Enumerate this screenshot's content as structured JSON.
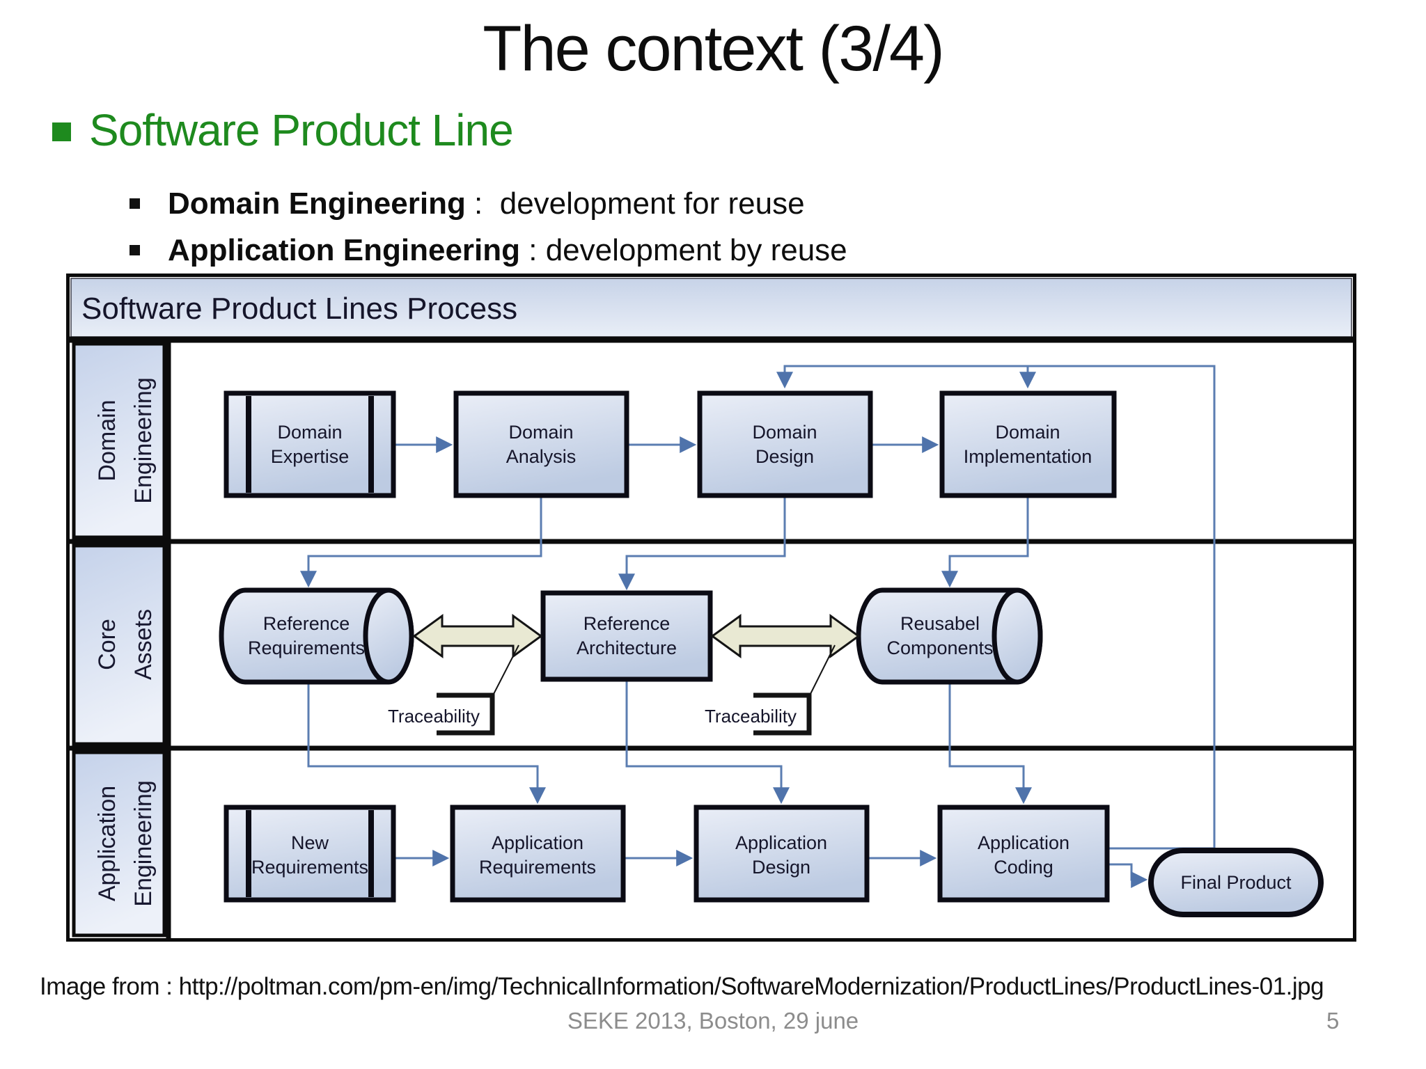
{
  "slide": {
    "title": "The context (3/4)",
    "bullet": "Software Product Line",
    "sub_bullets": [
      {
        "term": "Domain Engineering",
        "rest": " :  development for reuse"
      },
      {
        "term": "Application Engineering",
        "rest": " : development by reuse"
      }
    ],
    "caption": "Image from : http://poltman.com/pm-en/img/TechnicalInformation/SoftwareModernization/ProductLines/ProductLines-01.jpg",
    "footer": {
      "center": "SEKE 2013, Boston, 29 june",
      "page": "5"
    }
  },
  "diagram": {
    "header": "Software Product Lines Process",
    "lanes": [
      {
        "line1": "Domain",
        "line2": "Engineering"
      },
      {
        "line1": "Core",
        "line2": "Assets"
      },
      {
        "line1": "Application",
        "line2": "Engineering"
      }
    ],
    "domain_expertise": {
      "line1": "Domain",
      "line2": "Expertise"
    },
    "domain_analysis": {
      "line1": "Domain",
      "line2": "Analysis"
    },
    "domain_design": {
      "line1": "Domain",
      "line2": "Design"
    },
    "domain_implementation": {
      "line1": "Domain",
      "line2": "Implementation"
    },
    "reference_requirements": {
      "line1": "Reference",
      "line2": "Requirements"
    },
    "reference_architecture": {
      "line1": "Reference",
      "line2": "Architecture"
    },
    "reusable_components": {
      "line1": "Reusabel",
      "line2": "Components"
    },
    "new_requirements": {
      "line1": "New",
      "line2": "Requirements"
    },
    "application_requirements": {
      "line1": "Application",
      "line2": "Requirements"
    },
    "application_design": {
      "line1": "Application",
      "line2": "Design"
    },
    "application_coding": {
      "line1": "Application",
      "line2": "Coding"
    },
    "final_product": "Final Product",
    "traceability_1": "Traceability",
    "traceability_2": "Traceability",
    "colors": {
      "heading_green": "#1e8a1e",
      "connector_blue": "#5b7db1",
      "arrowhead_blue": "#4f73ab",
      "double_arrow_fill": "#e9e9d3",
      "shape_fill_light": "#eaeef7",
      "shape_fill_dark": "#bdcbe2",
      "border_black": "#0b0b0b",
      "footer_gray": "#8c8c8c"
    }
  }
}
